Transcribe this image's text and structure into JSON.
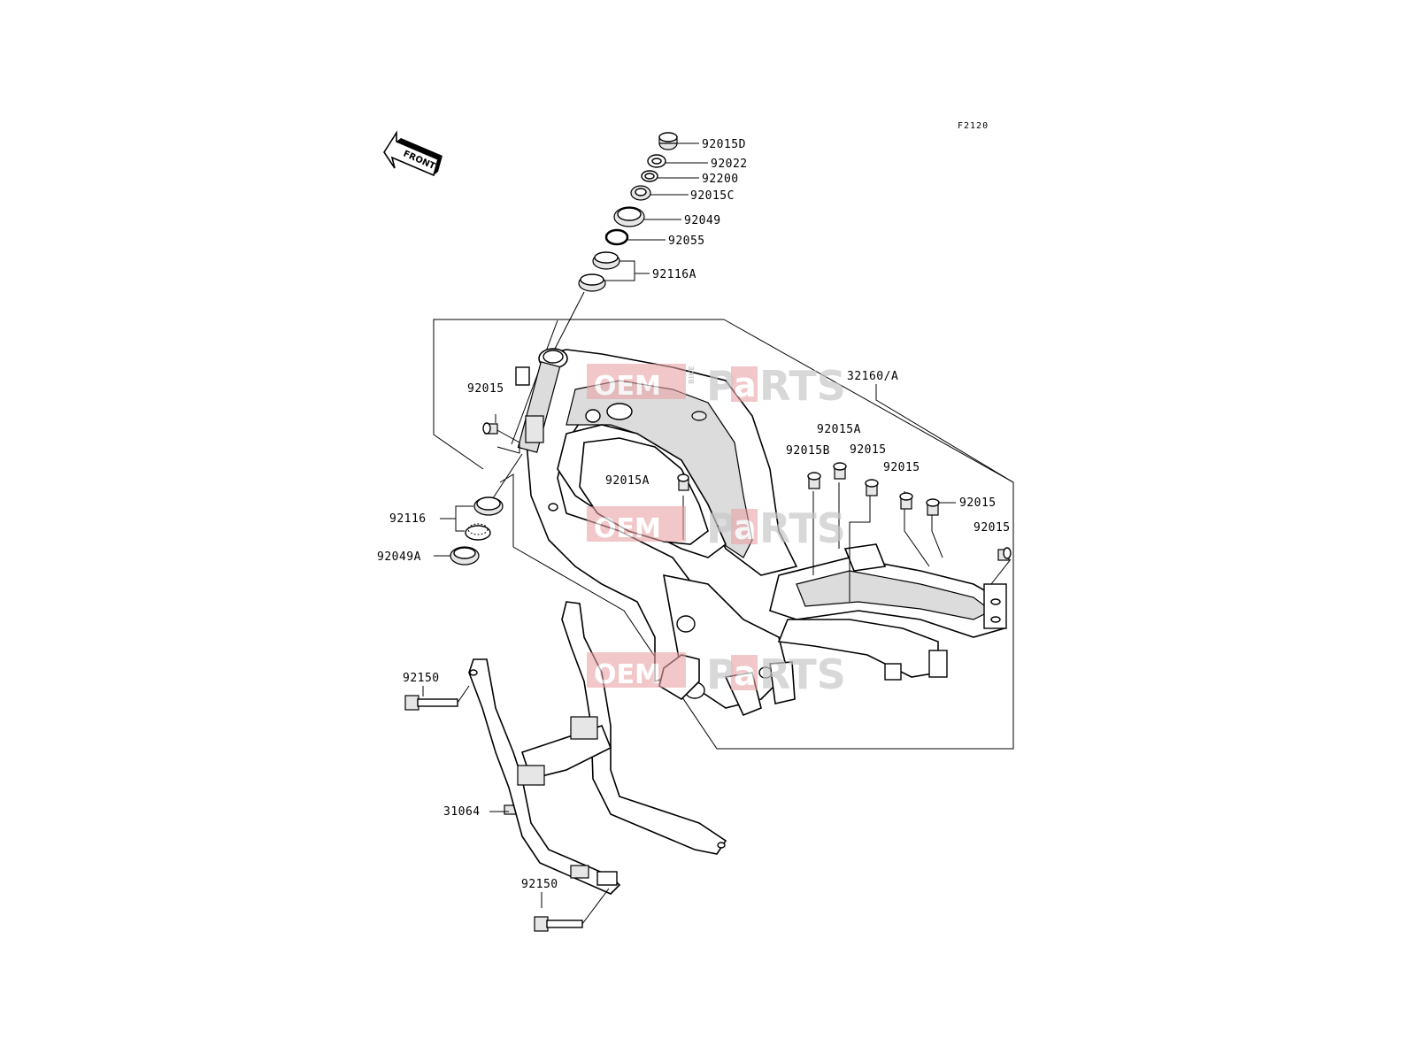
{
  "diagram": {
    "figure_code": "F2120",
    "front_label": "FRONT",
    "callouts": {
      "c_92015D": "92015D",
      "c_92022": "92022",
      "c_92200": "92200",
      "c_92015C": "92015C",
      "c_92049": "92049",
      "c_92055": "92055",
      "c_92116A": "92116A",
      "c_32160A": "32160/A",
      "c_92015_left": "92015",
      "c_92015A_top": "92015A",
      "c_92015B": "92015B",
      "c_92015_r1": "92015",
      "c_92015_r2": "92015",
      "c_92015_r3": "92015",
      "c_92015_r4": "92015",
      "c_92015A_mid": "92015A",
      "c_92116": "92116",
      "c_92049A": "92049A",
      "c_92150_top": "92150",
      "c_31064": "31064",
      "c_92150_bottom": "92150"
    },
    "watermark": {
      "oem": "OEM",
      "bike": "BIKE",
      "parts_p": "P",
      "parts_a": "a",
      "parts_rts": "RTS"
    }
  }
}
